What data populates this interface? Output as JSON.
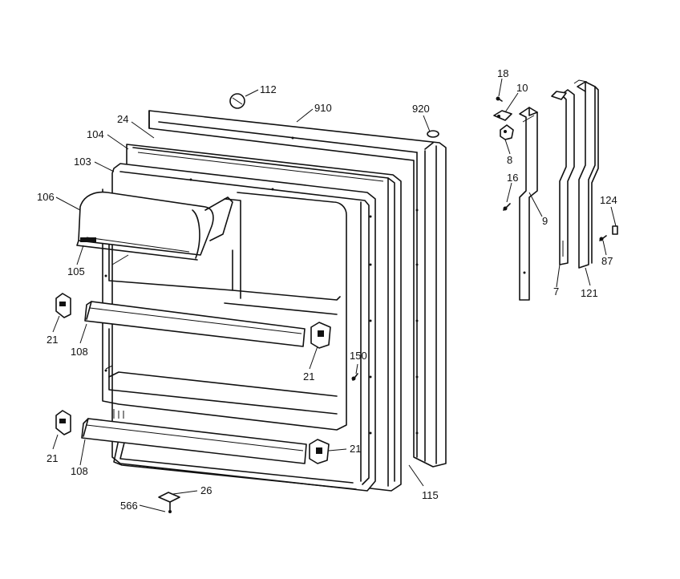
{
  "callouts": {
    "c112": "112",
    "c910": "910",
    "c920": "920",
    "c24": "24",
    "c104": "104",
    "c103": "103",
    "c106": "106",
    "c105": "105",
    "c21a": "21",
    "c108a": "108",
    "c21b": "21",
    "c150": "150",
    "c21c": "21",
    "c108b": "108",
    "c21d": "21",
    "c26": "26",
    "c566": "566",
    "c115": "115",
    "c18": "18",
    "c10": "10",
    "c8": "8",
    "c16": "16",
    "c9": "9",
    "c7": "7",
    "c121": "121",
    "c124": "124",
    "c87": "87"
  }
}
